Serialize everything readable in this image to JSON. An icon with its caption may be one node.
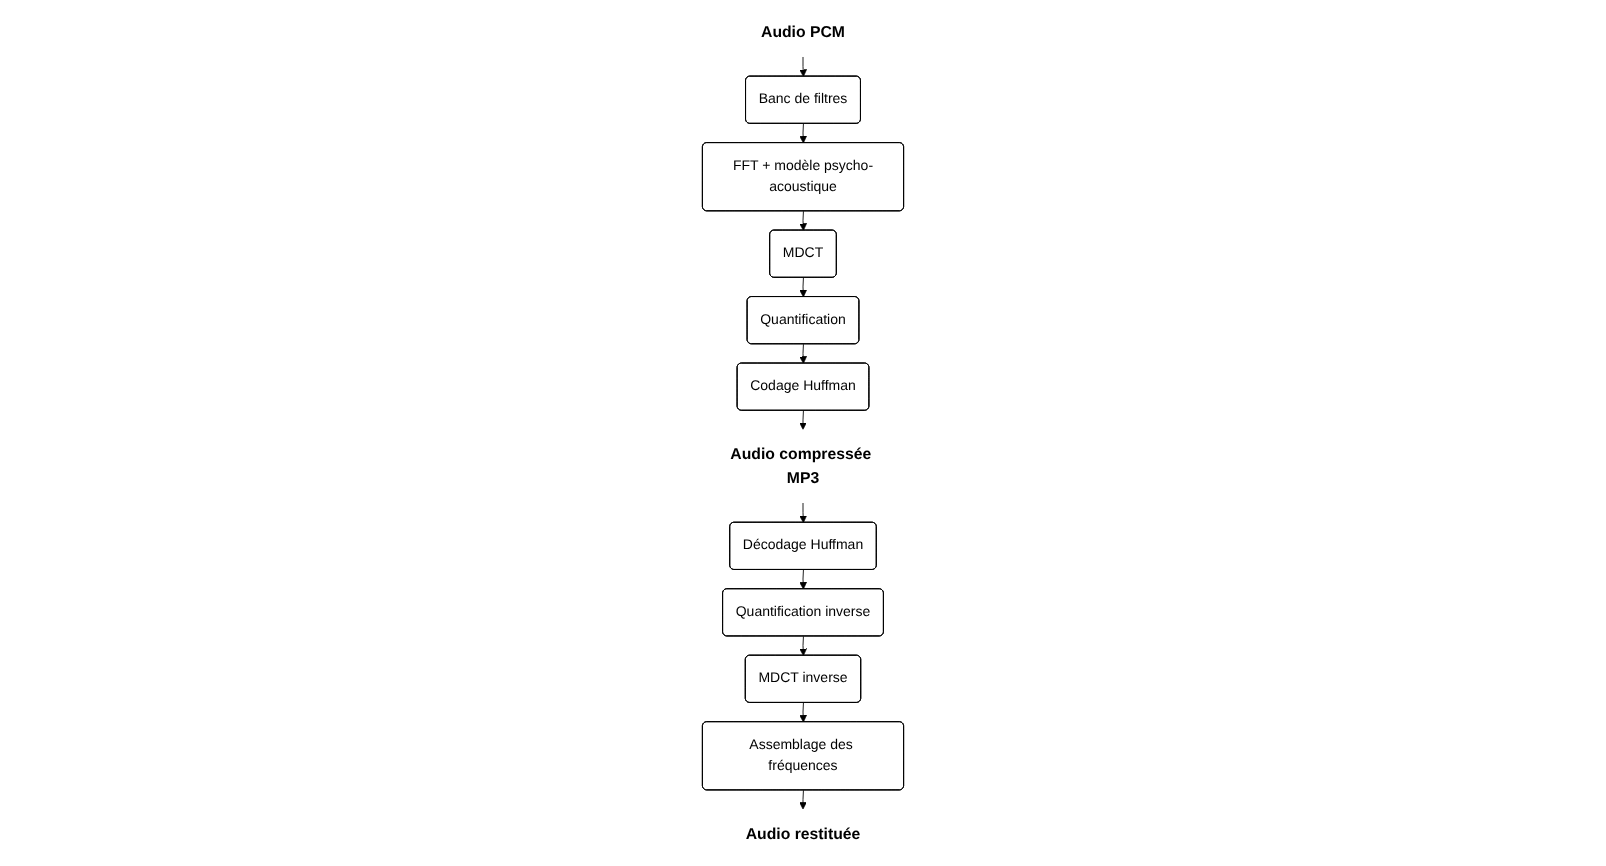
{
  "diagram": {
    "nodes": [
      {
        "text": [
          "Audio PCM"
        ]
      },
      {
        "text": [
          "Banc de filtres"
        ]
      },
      {
        "text": [
          "FFT + modèle psycho-acoustique"
        ]
      },
      {
        "text": [
          "MDCT"
        ]
      },
      {
        "text": [
          "Quantification"
        ]
      },
      {
        "text": [
          "Codage Huffman"
        ]
      },
      {
        "text": [
          "Audio compressée MP3"
        ]
      },
      {
        "text": [
          "Décodage Huffman"
        ]
      },
      {
        "text": [
          "Quantification inverse"
        ]
      },
      {
        "text": [
          "MDCT inverse"
        ]
      },
      {
        "text": [
          "Assemblage des fréquences"
        ]
      },
      {
        "text": [
          "Audio restituée"
        ]
      }
    ],
    "edges": [
      {
        "from": 0,
        "to": 1,
        "arrow": "to"
      },
      {
        "from": 1,
        "to": 2,
        "arrow": "to"
      },
      {
        "from": 2,
        "to": 3,
        "arrow": "to"
      },
      {
        "from": 3,
        "to": 4,
        "arrow": "to"
      },
      {
        "from": 4,
        "to": 5,
        "arrow": "to"
      },
      {
        "from": 5,
        "to": 6,
        "arrow": "to"
      },
      {
        "from": 6,
        "to": 7,
        "arrow": "to"
      },
      {
        "from": 7,
        "to": 8,
        "arrow": "to"
      },
      {
        "from": 8,
        "to": 9,
        "arrow": "to"
      },
      {
        "from": 9,
        "to": 10,
        "arrow": "to"
      },
      {
        "from": 10,
        "to": 11,
        "arrow": "to"
      }
    ]
  }
}
